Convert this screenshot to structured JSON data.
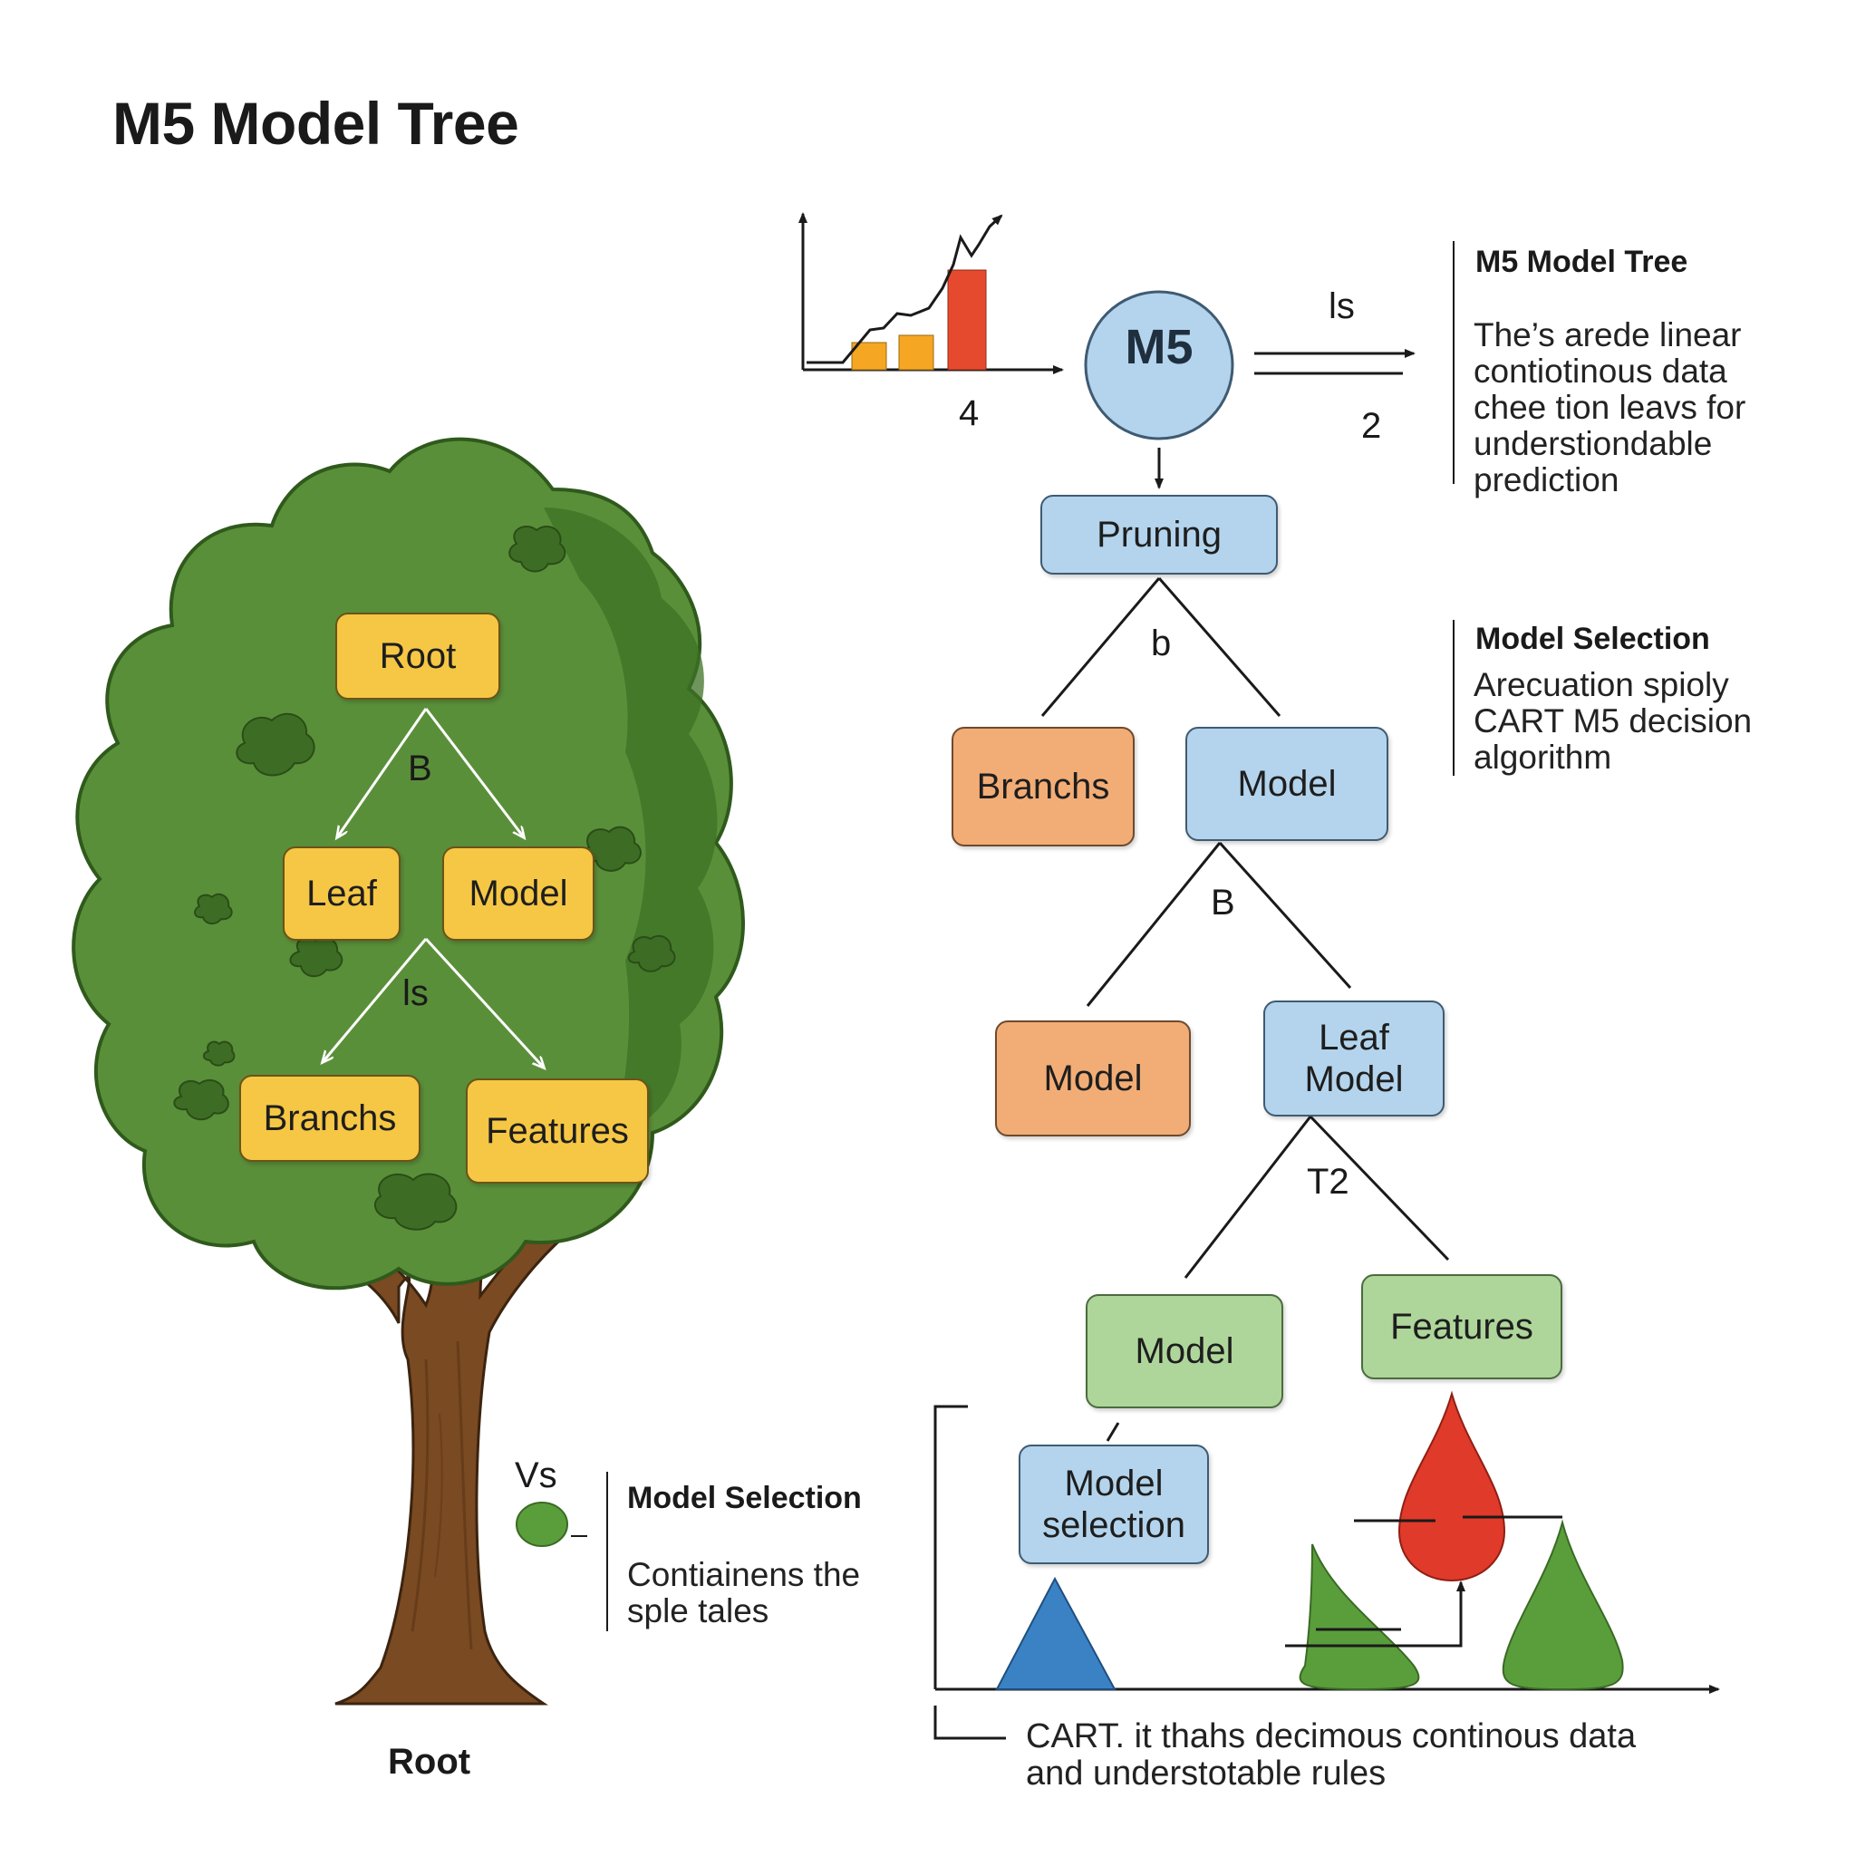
{
  "title": "M5 Model Tree",
  "tree": {
    "root_box": "Root",
    "label_b": "B",
    "leaf_box": "Leaf",
    "model_box": "Model",
    "label_ls": "ls",
    "branchs_box": "Branchs",
    "features_box": "Features",
    "vs_label": "Vs",
    "bottom_label": "Root"
  },
  "left_note": {
    "title": "Model Selection",
    "lines": [
      "Contiainens the",
      "sple tales"
    ]
  },
  "top": {
    "chart_label": "4",
    "m5": "M5",
    "arrow_label_top": "ls",
    "arrow_label_bottom": "2"
  },
  "right_note_1": {
    "title": "M5 Model Tree",
    "lines": [
      "The’s arede linear",
      "contiotinous data",
      "chee tion leavs for",
      "understiondable",
      "prediction"
    ]
  },
  "right_note_2": {
    "title": "Model Selection",
    "lines": [
      "Arecuation spioly",
      "CART M5 decision",
      "algorithm"
    ]
  },
  "flow": {
    "pruning": "Pruning",
    "label_b1": "b",
    "branchs": "Branchs",
    "model1": "Model",
    "label_b2": "B",
    "model2": "Model",
    "leaf_model_line1": "Leaf",
    "leaf_model_line2": "Model",
    "label_t2": "T2",
    "model3": "Model",
    "features": "Features",
    "model_selection_line1": "Model",
    "model_selection_line2": "selection"
  },
  "caption": {
    "lines": [
      "CART. it thahs decimous continous data",
      "and understotable rules"
    ]
  },
  "colors": {
    "tree_green": "#5a8f3a",
    "trunk_brown": "#7a4a22",
    "box_yellow": "#f6c744",
    "box_blue": "#b3d4ec",
    "box_orange": "#f2ad76",
    "box_green": "#aed69a",
    "bar_orange": "#f5a623",
    "bar_red": "#e64a2e",
    "triangle_blue": "#3b82c4",
    "drop_red": "#e03a2a",
    "cone_green": "#5a9e3c"
  }
}
